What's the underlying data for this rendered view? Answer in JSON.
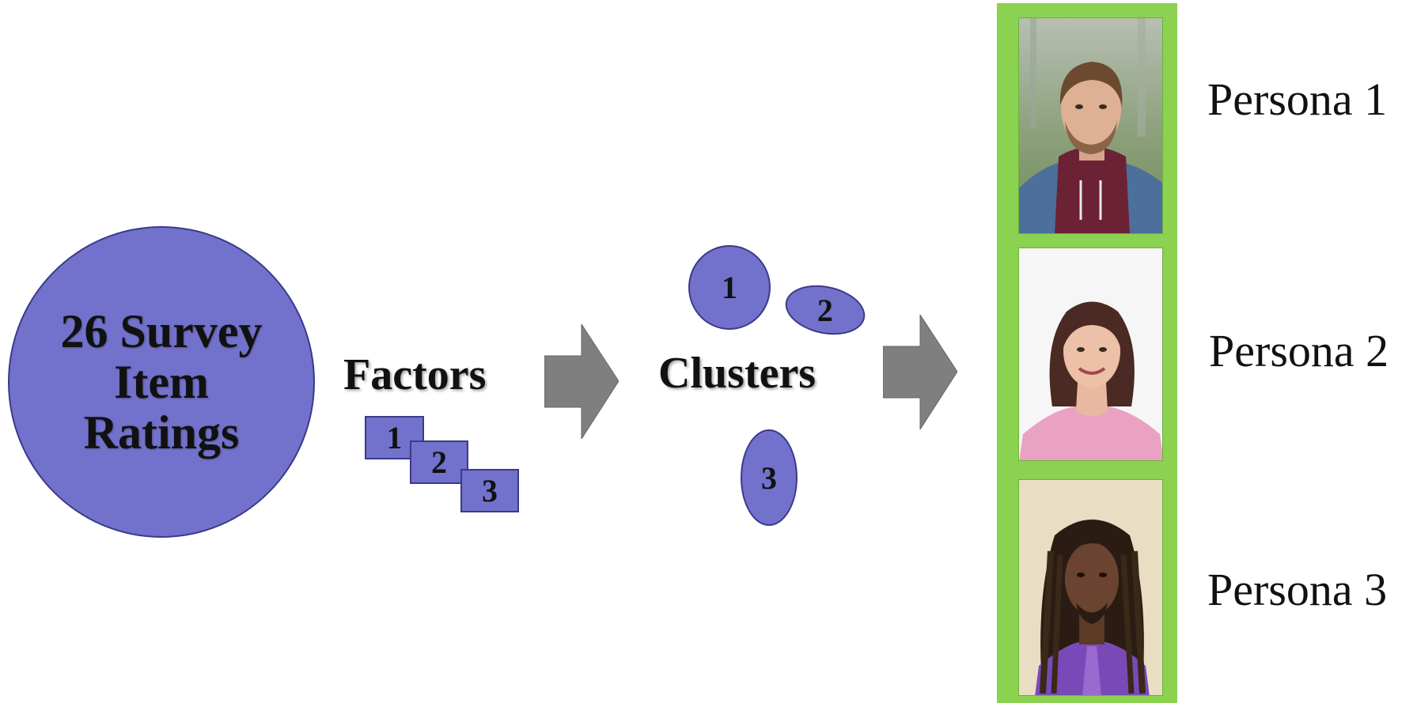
{
  "survey": {
    "label": "26 Survey Item Ratings",
    "lines": [
      "26 Survey",
      "Item",
      "Ratings"
    ]
  },
  "factors": {
    "label": "Factors",
    "items": [
      "1",
      "2",
      "3"
    ]
  },
  "clusters": {
    "label": "Clusters",
    "items": [
      "1",
      "2",
      "3"
    ]
  },
  "personas": [
    {
      "label": "Persona 1",
      "photo": "young man with beard in hoodie and denim jacket"
    },
    {
      "label": "Persona 2",
      "photo": "smiling woman with brown hair in pink blazer"
    },
    {
      "label": "Persona 3",
      "photo": "man with long dreadlocks in purple shirt and tie"
    }
  ],
  "colors": {
    "shape_fill": "#7272cc",
    "shape_border": "#3a3a8a",
    "arrow": "#7f7f7f",
    "persona_frame": "#8ad24f"
  }
}
